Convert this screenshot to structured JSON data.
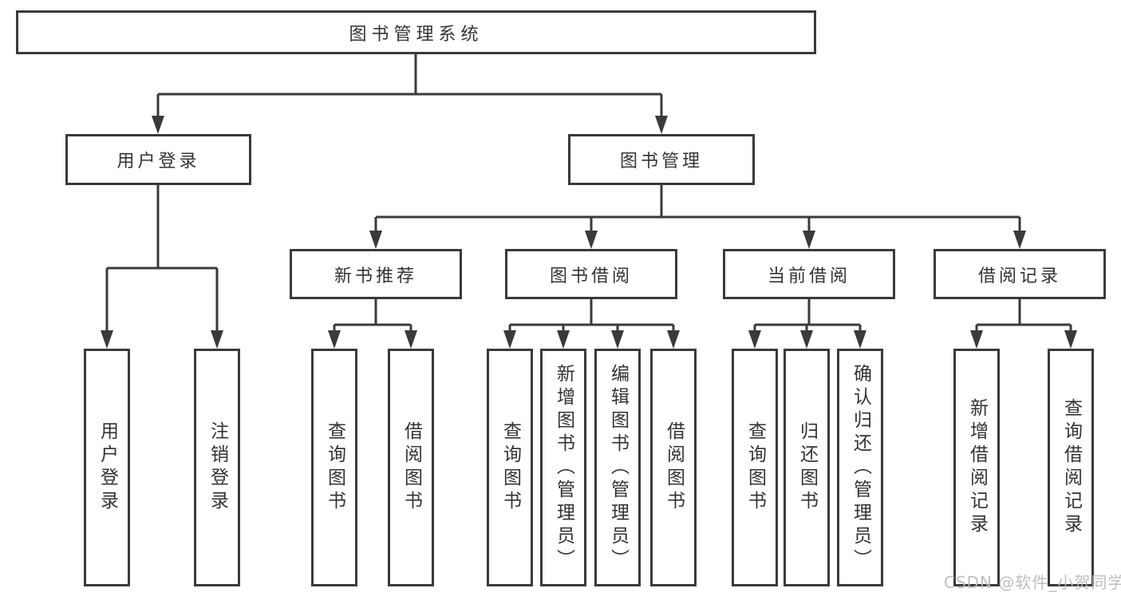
{
  "diagram": {
    "colors": {
      "background": "#ffffff",
      "line": "#3a3a3a",
      "text": "#333333",
      "watermark": "#b8b8b8"
    },
    "watermark": "CSDN @软件_小贺同学",
    "root": {
      "label": "图书管理系统"
    },
    "branches": [
      {
        "label": "用户登录",
        "children": [
          {
            "label": "用户登录"
          },
          {
            "label": "注销登录"
          }
        ]
      },
      {
        "label": "图书管理",
        "children": [
          {
            "label": "新书推荐",
            "children": [
              {
                "label": "查询图书"
              },
              {
                "label": "借阅图书"
              }
            ]
          },
          {
            "label": "图书借阅",
            "children": [
              {
                "label": "查询图书"
              },
              {
                "label": "新增图书（管理员）"
              },
              {
                "label": "编辑图书（管理员）"
              },
              {
                "label": "借阅图书"
              }
            ]
          },
          {
            "label": "当前借阅",
            "children": [
              {
                "label": "查询图书"
              },
              {
                "label": "归还图书"
              },
              {
                "label": "确认归还（管理员）"
              }
            ]
          },
          {
            "label": "借阅记录",
            "children": [
              {
                "label": "新增借阅记录"
              },
              {
                "label": "查询借阅记录"
              }
            ]
          }
        ]
      }
    ]
  }
}
